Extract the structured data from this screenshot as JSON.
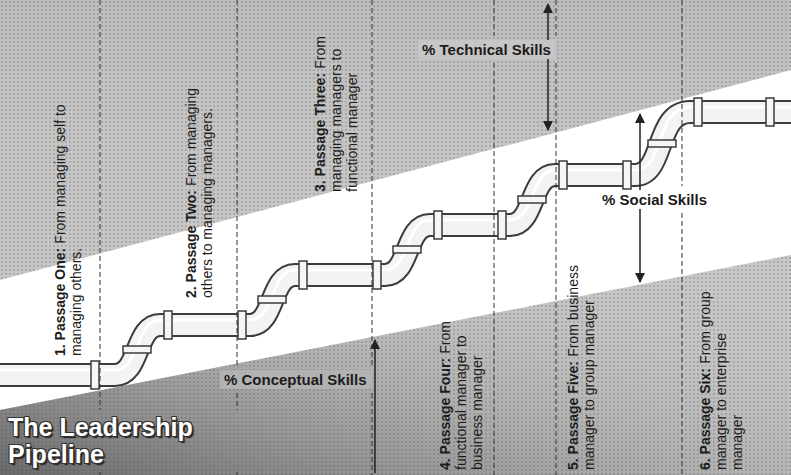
{
  "diagram": {
    "title": "The Leadership Pipeline",
    "labels": [
      "1. Passage One:",
      "From managing self to managing others.",
      "2. Passage Two:",
      "From managing others to managing managers.",
      "3. Passage Three:",
      "From managing managers to functional manager",
      "4. Passage Four:",
      "From functional manager to business manager",
      "5. Passage Five:",
      "From business manager to group manager",
      "6. Passage Six:",
      "From group manager to enterprise manager",
      "% Technical Skills",
      "% Social Skills",
      "% Conceptual Skills"
    ]
  }
}
